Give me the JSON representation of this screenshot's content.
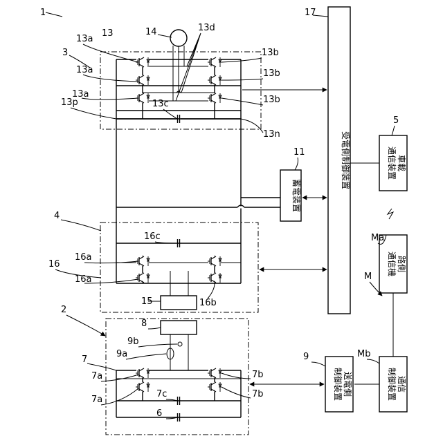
{
  "figure": {
    "system_ref": "1",
    "labels": {
      "l2": "2",
      "l3": "3",
      "l4": "4",
      "l5": "5",
      "l6": "6",
      "l7": "7",
      "l7a_1": "7a",
      "l7a_2": "7a",
      "l7b_1": "7b",
      "l7b_2": "7b",
      "l7c": "7c",
      "l8": "8",
      "l9": "9",
      "l9a": "9a",
      "l9b": "9b",
      "l11": "11",
      "l13": "13",
      "l13a_1": "13a",
      "l13a_2": "13a",
      "l13a_3": "13a",
      "l13b_1": "13b",
      "l13b_2": "13b",
      "l13b_3": "13b",
      "l13c": "13c",
      "l13d": "13d",
      "l13n": "13n",
      "l13p": "13p",
      "l14": "14",
      "l15": "15",
      "l16": "16",
      "l16a_1": "16a",
      "l16a_2": "16a",
      "l16b": "16b",
      "l16c": "16c",
      "l17": "17",
      "lM": "M",
      "lMa": "Ma",
      "lMb": "Mb"
    },
    "blocks": {
      "receiver_controller": "受電側制御装置",
      "storage": "蓄電装置",
      "vehicle_comm_1": "車載",
      "vehicle_comm_2": "通信装置",
      "road_comm_1": "路側",
      "road_comm_2": "通信機",
      "sender_ctrl_1": "送電側",
      "sender_ctrl_2": "制御装置",
      "comm_ctrl_1": "通信",
      "comm_ctrl_2": "制御装置"
    }
  }
}
